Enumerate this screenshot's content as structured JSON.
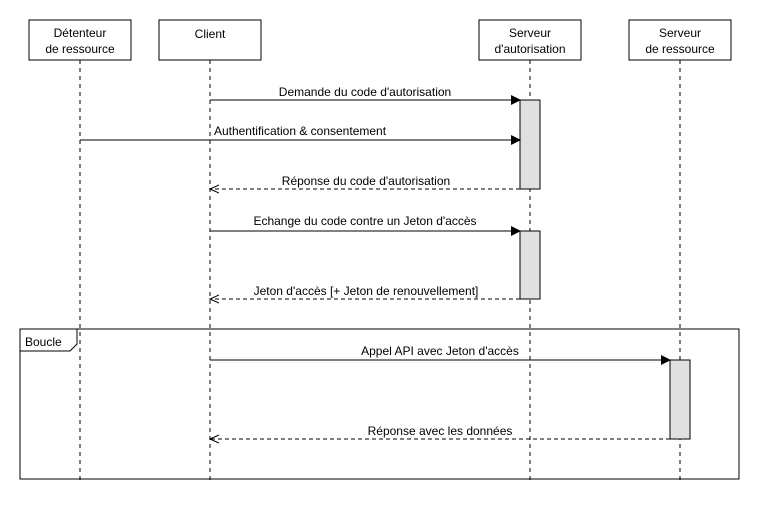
{
  "participants": [
    {
      "id": "p1",
      "lines": [
        "Détenteur",
        "de ressource"
      ]
    },
    {
      "id": "p2",
      "lines": [
        "Client"
      ]
    },
    {
      "id": "p3",
      "lines": [
        "Serveur",
        "d'autorisation"
      ]
    },
    {
      "id": "p4",
      "lines": [
        "Serveur",
        "de ressource"
      ]
    }
  ],
  "messages": [
    {
      "label": "Demande du code d'autorisation",
      "from": "p2",
      "to": "p3",
      "style": "solid"
    },
    {
      "label": "Authentification & consentement",
      "from": "p1",
      "to": "p3",
      "style": "solid"
    },
    {
      "label": "Réponse du code d'autorisation",
      "from": "p3",
      "to": "p2",
      "style": "dashed"
    },
    {
      "label": "Echange du code contre un Jeton d'accès",
      "from": "p2",
      "to": "p3",
      "style": "solid"
    },
    {
      "label": "Jeton d'accès [+ Jeton de renouvellement]",
      "from": "p3",
      "to": "p2",
      "style": "dashed"
    },
    {
      "label": "Appel API avec Jeton d'accès",
      "from": "p2",
      "to": "p4",
      "style": "solid"
    },
    {
      "label": "Réponse avec les données",
      "from": "p4",
      "to": "p2",
      "style": "dashed"
    }
  ],
  "loop": {
    "label": "Boucle"
  }
}
